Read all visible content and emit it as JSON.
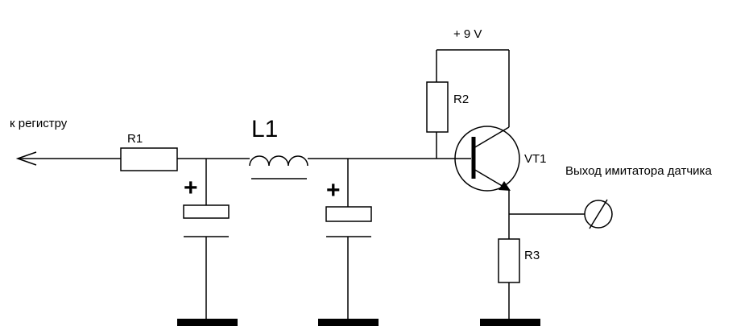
{
  "labels": {
    "supply": "+ 9 V",
    "to_register": "к регистру",
    "output": "Выход имитатора датчика",
    "plus_sign": "+"
  },
  "components": {
    "r1": "R1",
    "r2": "R2",
    "r3": "R3",
    "l1": "L1",
    "vt1": "VT1"
  }
}
